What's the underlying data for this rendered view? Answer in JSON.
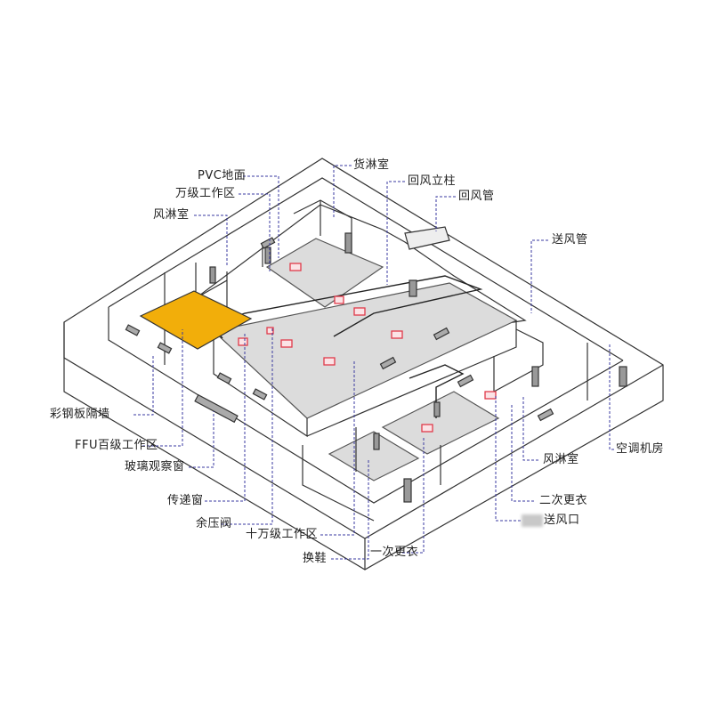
{
  "diagram": {
    "title": "Cleanroom isometric layout",
    "colors": {
      "outline": "#333333",
      "leader": "#3a3aa0",
      "floor_gray": "#dcdcdc",
      "highlight": "#f2ae0a",
      "diffuser": "#e03a4a"
    },
    "labels": {
      "pvc_floor": "PVC地面",
      "class10k_area": "万级工作区",
      "air_shower_top": "风淋室",
      "cargo_shower": "货淋室",
      "return_column": "回风立柱",
      "return_duct": "回风管",
      "supply_duct": "送风管",
      "steel_panel_wall": "彩钢板隔墙",
      "ffu_class100_area": "FFU百级工作区",
      "glass_window": "玻璃观察窗",
      "pass_box": "传递窗",
      "pressure_relief_valve": "余压阀",
      "class100k_area": "十万级工作区",
      "shoe_change": "换鞋",
      "first_changing": "一次更衣",
      "air_shower_bottom": "风淋室",
      "ahu_room": "空调机房",
      "second_changing": "二次更衣",
      "supply_outlet": "送风口"
    }
  }
}
